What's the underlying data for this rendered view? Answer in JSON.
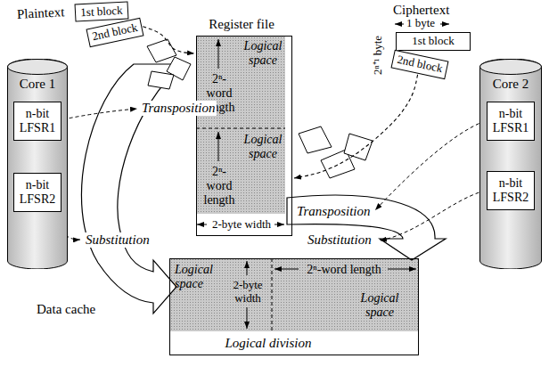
{
  "diagram": {
    "nodes": [
      {
        "text": [
          "Core 1"
        ]
      },
      {
        "text": [
          "n-bit LFSR1"
        ],
        "in": 0
      },
      {
        "text": [
          "n-bit LFSR2"
        ],
        "in": 0
      },
      {
        "text": [
          "Plaintext",
          "1st block"
        ]
      },
      {
        "text": [
          "2nd block"
        ]
      },
      {
        "text": [
          "Register file",
          "Logical space",
          "2ⁿ- word length",
          "Logical space",
          "2ⁿ- word length",
          "2-byte width"
        ]
      },
      {
        "text": [
          "Ciphertext",
          "1st block"
        ]
      },
      {
        "text": [
          "2nd block"
        ]
      },
      {
        "text": [
          "Core 2"
        ]
      },
      {
        "text": [
          "n-bit LFSR1"
        ],
        "in": 8
      },
      {
        "text": [
          "n-bit LFSR2"
        ],
        "in": 8
      },
      {
        "text": [
          "Data cache",
          "Logical space",
          "2-byte width",
          "2ⁿ-word length",
          "Logical space",
          "Logical division"
        ]
      }
    ],
    "edges": [
      {
        "from": 4,
        "to": 5,
        "arrow": "to"
      },
      {
        "from": 7,
        "to": 5,
        "arrow": "to"
      }
    ],
    "labels": [
      "Transposition",
      "Substitution",
      "Transposition",
      "Substitution",
      "1 byte",
      "2ⁿ⁺¹ byte"
    ]
  }
}
